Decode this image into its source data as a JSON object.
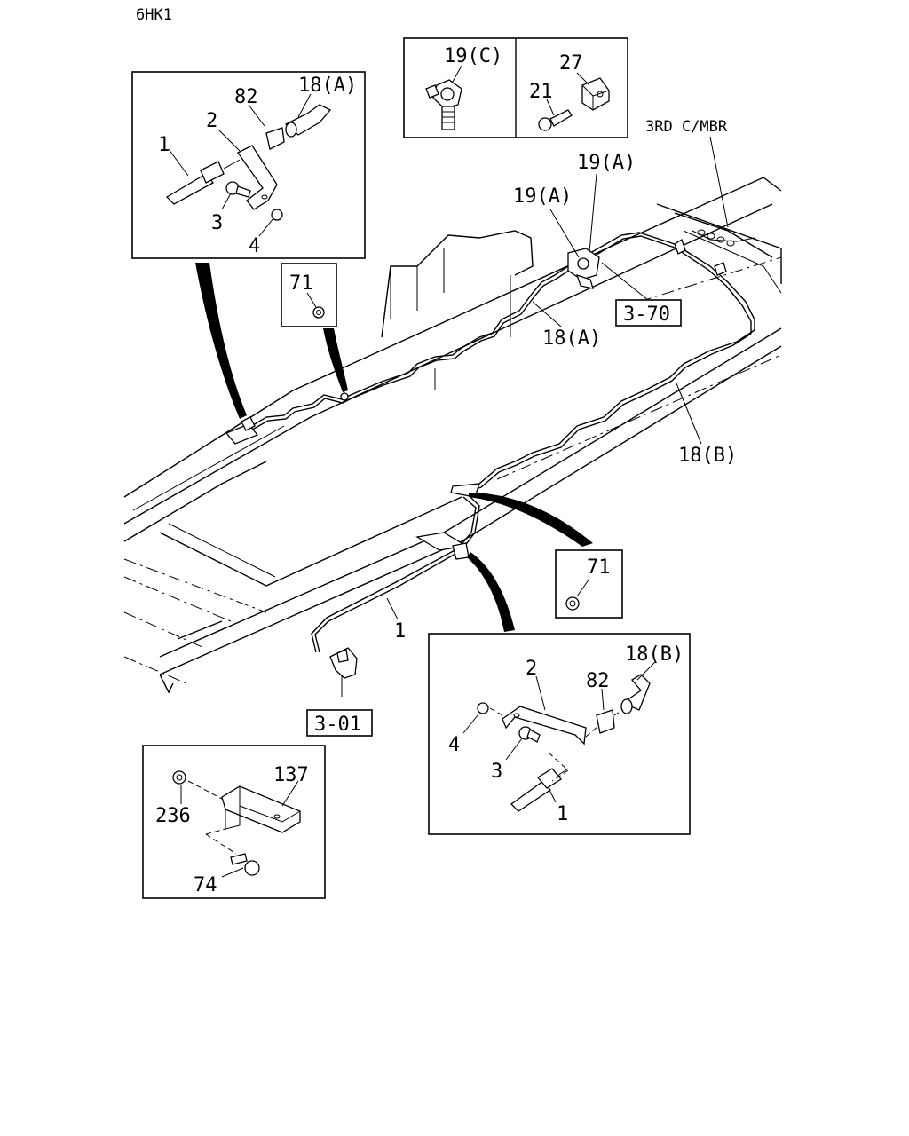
{
  "header": {
    "model": "6HK1"
  },
  "callouts": {
    "detail_a": {
      "p1": "1",
      "p2": "2",
      "p3": "3",
      "p4": "4",
      "p82": "82",
      "p18a": "18(A)"
    },
    "clamp_box": {
      "p19c": "19(C)",
      "p27": "27",
      "p21": "21"
    },
    "chassis": {
      "third_cmbr": "3RD C/MBR",
      "p19a_upper": "19(A)",
      "p19a_lower": "19(A)",
      "ref_370": "3-70",
      "p18a": "18(A)",
      "p18b": "18(B)",
      "p1": "1",
      "ref_301": "3-01",
      "nut71_upper": "71",
      "nut71_lower": "71"
    },
    "detail_b": {
      "p2": "2",
      "p18b": "18(B)",
      "p82": "82",
      "p4": "4",
      "p3": "3",
      "p1": "1"
    },
    "bracket_box": {
      "p137": "137",
      "p236": "236",
      "p74": "74"
    }
  },
  "icons": [
    "brake-pipe-icon",
    "flexible-hose-icon",
    "bracket-icon",
    "clip-icon",
    "bolt-icon",
    "nut-icon",
    "three-way-connector-icon",
    "clamp-icon"
  ]
}
